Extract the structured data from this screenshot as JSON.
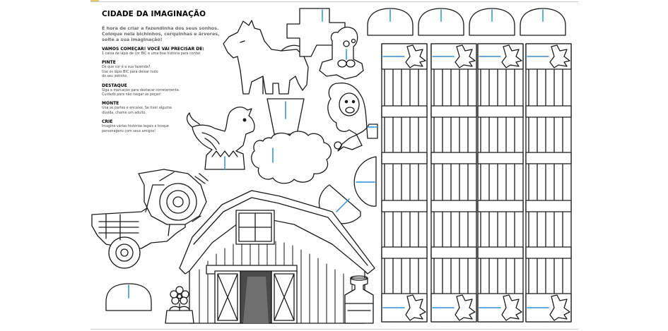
{
  "sheet": {
    "title": "CIDADE DA IMAGINAÇÃO",
    "intro_lines": [
      "É hora de criar a fazendinha dos seus sonhos.",
      "Coloque nela bichinhos, cerquinhas e árvores,",
      "solte a sua imaginação!"
    ],
    "sections": [
      {
        "heading": "VAMOS COMEÇAR! VOCÊ VAI PRECISAR DE:",
        "lines": [
          "1 caixa de lápis de cor BIC e uma boa história para contar."
        ]
      },
      {
        "heading": "PINTE",
        "lines": [
          "De que cor é a sua fazenda?",
          "Use os lápis BIC para deixar tudo",
          "do seu jeitinho."
        ]
      },
      {
        "heading": "DESTAQUE",
        "lines": [
          "Siga a marcação para destacar corretamente.",
          "Cuidado para não rasgar as peças!"
        ]
      },
      {
        "heading": "MONTE",
        "lines": [
          "Una as partes e encaixe. Se tiver alguma",
          "dúvida, chame um adulto."
        ]
      },
      {
        "heading": "CRIE",
        "lines": [
          "Imagine várias histórias legais e troque",
          "personagens com seus amigos!"
        ]
      }
    ]
  },
  "colors": {
    "line": "#1a1a1a",
    "slot": "#2f8fd6",
    "text_gray": "#6a6a6a",
    "accent": "#e2c86b"
  },
  "pieces": {
    "icons": [
      "horse-icon",
      "cow-icon",
      "sheep-icon",
      "rooster-icon",
      "tree-icon",
      "tractor-icon",
      "barn-icon",
      "milk-can-icon",
      "flower-icon",
      "fence-icon"
    ]
  }
}
